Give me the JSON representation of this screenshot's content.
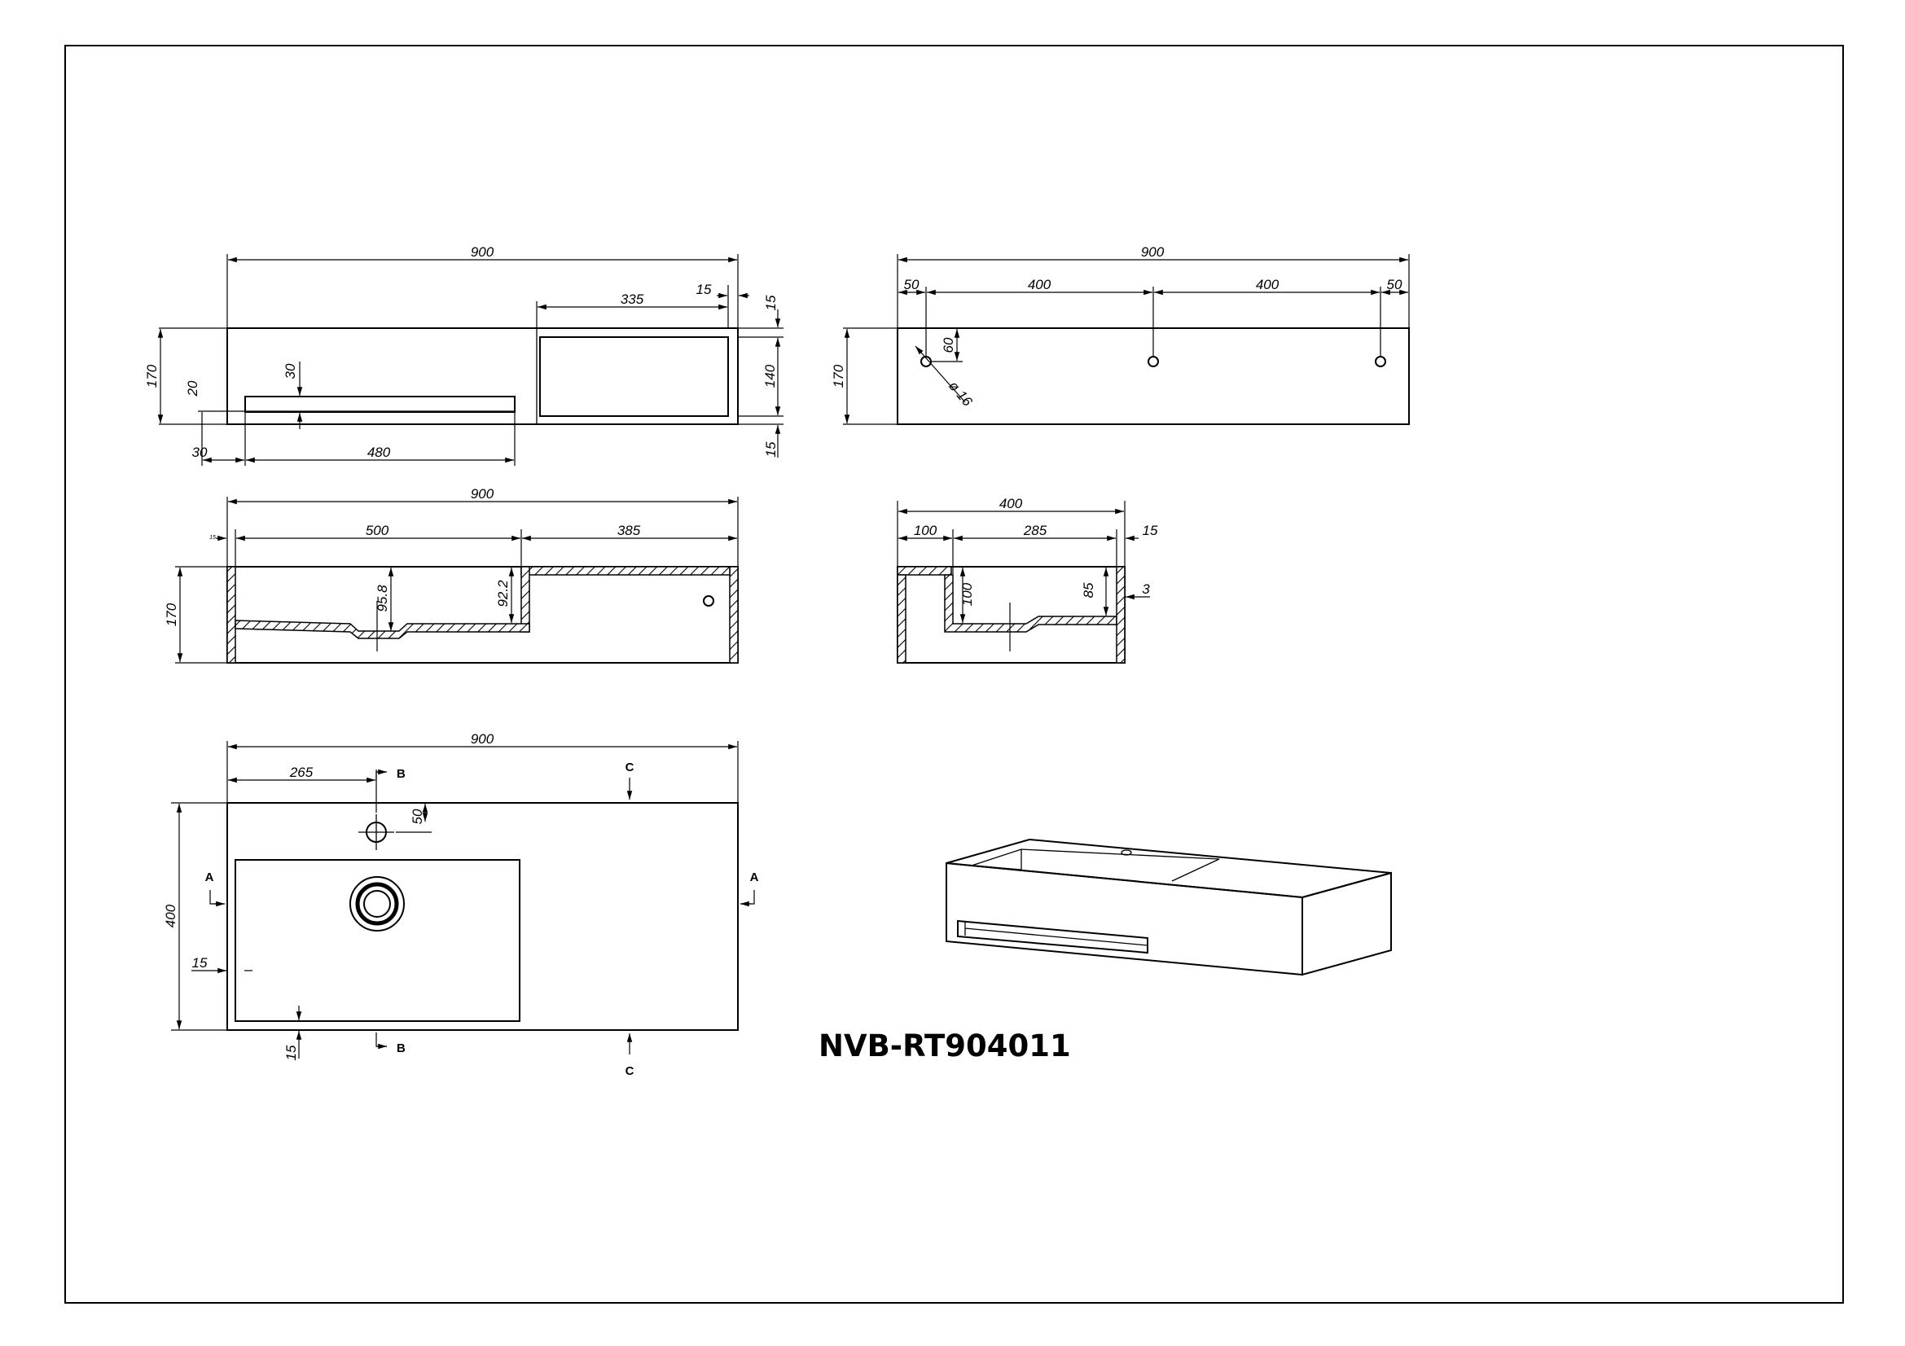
{
  "model_code": "NVB-RT904011",
  "front_view": {
    "overall_width": "900",
    "shelf_width": "335",
    "shelf_side_wall": "15",
    "top_wall": "15",
    "height": "170",
    "shelf_height": "140",
    "bottom_wall": "15",
    "bowl_step": "30",
    "bowl_lip": "20",
    "bowl_offset": "30",
    "bowl_width": "480"
  },
  "rear_view": {
    "overall_width": "900",
    "edge_left": "50",
    "hole_spacing_1": "400",
    "hole_spacing_2": "400",
    "edge_right": "50",
    "height": "170",
    "hole_from_top": "60",
    "hole_diameter": "ø 16"
  },
  "section_a": {
    "overall_width": "900",
    "wall": "15",
    "bowl_width": "500",
    "shelf_width": "385",
    "height": "170",
    "bowl_depth_at_drain": "95.8",
    "bowl_depth_at_wall": "92.2"
  },
  "section_b": {
    "overall_depth": "400",
    "front_offset": "100",
    "bowl_depth_span": "285",
    "back_wall": "15",
    "front_depth": "100",
    "rear_depth": "85",
    "slope": "3"
  },
  "plan_view": {
    "overall_width": "900",
    "tap_hole_offset": "265",
    "tap_hole_from_edge": "50",
    "overall_depth": "400",
    "wall_left": "15",
    "wall_front": "15",
    "section_b": "B",
    "section_c": "C",
    "section_a": "A"
  }
}
